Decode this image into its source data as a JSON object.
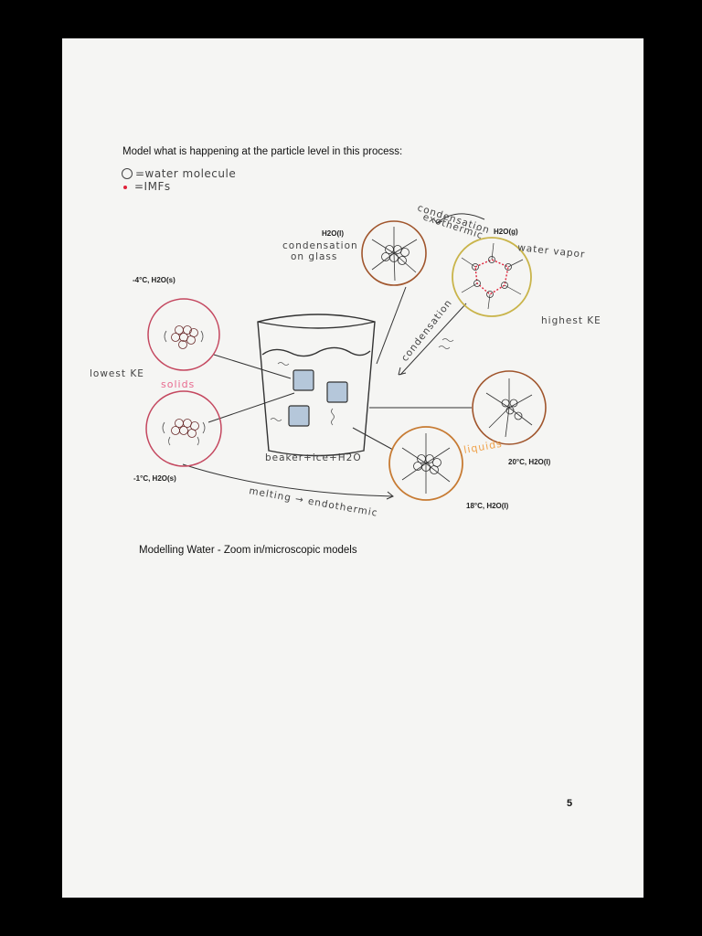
{
  "document": {
    "prompt": "Model what is happening at the particle level in this process:",
    "legend": {
      "water_molecule": "=water molecule",
      "imfs": "=IMFs"
    },
    "caption": "Modelling Water - Zoom in/microscopic models",
    "page_number": "5"
  },
  "diagram": {
    "beaker_label": "beaker+ice+H2O",
    "state_labels": {
      "solids": "solids",
      "liquids": "liquids",
      "lowest_ke": "lowest KE",
      "highest_ke": "highest KE"
    },
    "process_labels": {
      "condensation_glass_1": "condensation",
      "condensation_glass_2": "on glass",
      "condensation_exo_1": "condensation",
      "condensation_exo_2": "exothermic",
      "condensation_diag": "condensation",
      "water_vapor": "water vapor",
      "melting": "melting → endothermic"
    },
    "circles": [
      {
        "id": "solid-top",
        "label": "-4°C, H2O(s)",
        "color": "#c4475f"
      },
      {
        "id": "solid-bottom",
        "label": "-1°C, H2O(s)",
        "color": "#c4475f"
      },
      {
        "id": "condensation-liquid",
        "label": "H2O(l)",
        "color": "#a0552c"
      },
      {
        "id": "vapor",
        "label": "H2O(g)",
        "color": "#c9b44a"
      },
      {
        "id": "liquid-right",
        "label": "20°C, H2O(l)",
        "color": "#a0552c"
      },
      {
        "id": "liquid-bottom",
        "label": "18°C, H2O(l)",
        "color": "#c77b33"
      }
    ]
  }
}
